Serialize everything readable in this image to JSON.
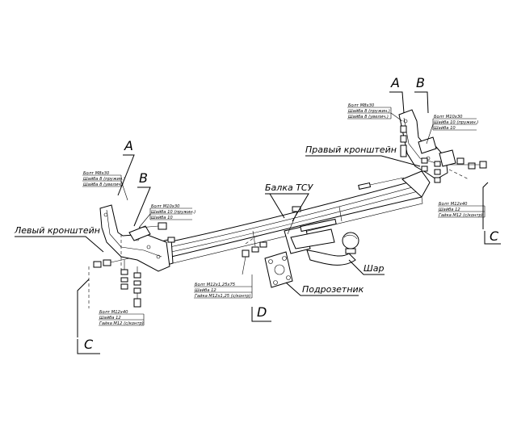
{
  "labels": {
    "left_bracket": "Левый кронштейн",
    "right_bracket": "Правый кронштейн",
    "beam": "Балка ТСУ",
    "ball": "Шар",
    "socket_plate": "Подрозетник"
  },
  "views": {
    "a_left": "A",
    "b_left": "B",
    "a_right": "A",
    "b_right": "B",
    "c_left": "C",
    "c_right": "C",
    "d": "D"
  },
  "specs": {
    "left_a": [
      "Болт М8х30",
      "Шайба 8 (пружин.)",
      "Шайба 8 (увелич.)"
    ],
    "left_b": [
      "Болт М10х30",
      "Шайба 10 (пружин.)",
      "Шайба 10"
    ],
    "left_c": [
      "Болт М12х40",
      "Шайба 12",
      "Гайка М12 (с/контр)"
    ],
    "right_a": [
      "Болт М8х30",
      "Шайба 8 (пружин.)",
      "Шайба 8 (увелич.)"
    ],
    "right_b": [
      "Болт М10х30",
      "Шайба 10 (пружин.)",
      "Шайба 10"
    ],
    "right_c": [
      "Болт М12х40",
      "Шайба 12",
      "Гайка М12 (с/контр)"
    ],
    "d": [
      "Болт М12х1,25х75",
      "Шайба 12",
      "Гайка М12х1,25 (с/контр)"
    ]
  }
}
